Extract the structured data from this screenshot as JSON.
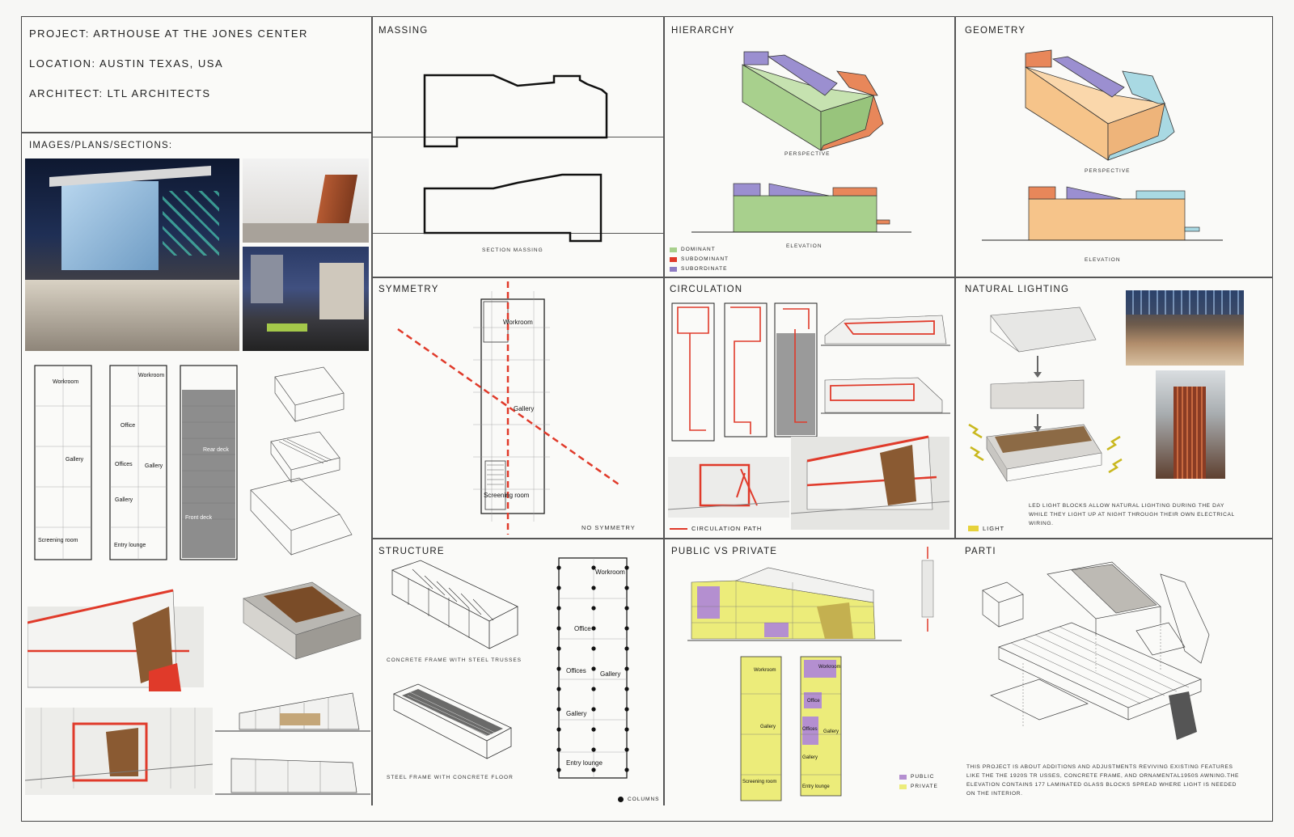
{
  "project": {
    "project_line": "PROJECT: ARTHOUSE AT THE JONES CENTER",
    "location_line": "LOCATION: AUSTIN TEXAS, USA",
    "architect_line": "ARCHITECT: LTL ARCHITECTS"
  },
  "images_panel": {
    "title": "IMAGES/PLANS/SECTIONS:",
    "plan_labels": {
      "workroom": "Workroom",
      "office": "Office",
      "gallery": "Gallery",
      "offices": "Offices",
      "screening_room": "Screening room",
      "entry_lounge": "Entry lounge",
      "rear_deck": "Rear deck",
      "front_deck": "Front deck"
    }
  },
  "massing": {
    "title": "MASSING",
    "caption": "SECTION MASSING"
  },
  "hierarchy": {
    "title": "HIERARCHY",
    "perspective": "PERSPECTIVE",
    "elevation": "ELEVATION",
    "legend": [
      {
        "label": "DOMINANT",
        "color": "#a8d08d"
      },
      {
        "label": "SUBDOMINANT",
        "color": "#e03a2a"
      },
      {
        "label": "SUBORDINATE",
        "color": "#8e7cc3"
      }
    ]
  },
  "geometry": {
    "title": "GEOMETRY",
    "perspective": "PERSPECTIVE",
    "elevation": "ELEVATION"
  },
  "symmetry": {
    "title": "SYMMETRY",
    "caption": "NO SYMMETRY"
  },
  "circulation": {
    "title": "CIRCULATION",
    "legend": "CIRCULATION PATH"
  },
  "natural_lighting": {
    "title": "NATURAL LIGHTING",
    "description": "LED LIGHT BLOCKS ALLOW NATURAL LIGHTING DURING THE DAY WHILE THEY LIGHT UP AT NIGHT THROUGH THEIR OWN ELECTRICAL WIRING.",
    "legend": "LIGHT"
  },
  "structure": {
    "title": "STRUCTURE",
    "caption_concrete": "CONCRETE FRAME WITH STEEL TRUSSES",
    "caption_steel": "STEEL FRAME WITH CONCRETE FLOOR",
    "legend": "COLUMNS"
  },
  "public_private": {
    "title": "PUBLIC VS PRIVATE",
    "legend": [
      {
        "label": "PUBLIC",
        "color": "#b48fd0"
      },
      {
        "label": "PRIVATE",
        "color": "#ecec7a"
      }
    ]
  },
  "parti": {
    "title": "PARTI",
    "description": "THIS PROJECT IS ABOUT ADDITIONS AND ADJUSTMENTS REVIVING EXISTING FEATURES LIKE THE THE 1920S TR USSES, CONCRETE FRAME, AND ORNAMENTAL1950S AWNING.THE ELEVATION CONTAINS 177 LAMINATED GLASS BLOCKS SPREAD WHERE LIGHT IS NEEDED ON THE INTERIOR."
  },
  "colors": {
    "dominant": "#a8d08d",
    "subdominant": "#e8875a",
    "subordinate": "#9b8fd0",
    "geometry_main": "#f6c48a",
    "geometry_cyan": "#a9d9e3",
    "geometry_red": "#e8875a",
    "circulation_red": "#e03a2a",
    "light_yellow": "#e6d23a"
  }
}
